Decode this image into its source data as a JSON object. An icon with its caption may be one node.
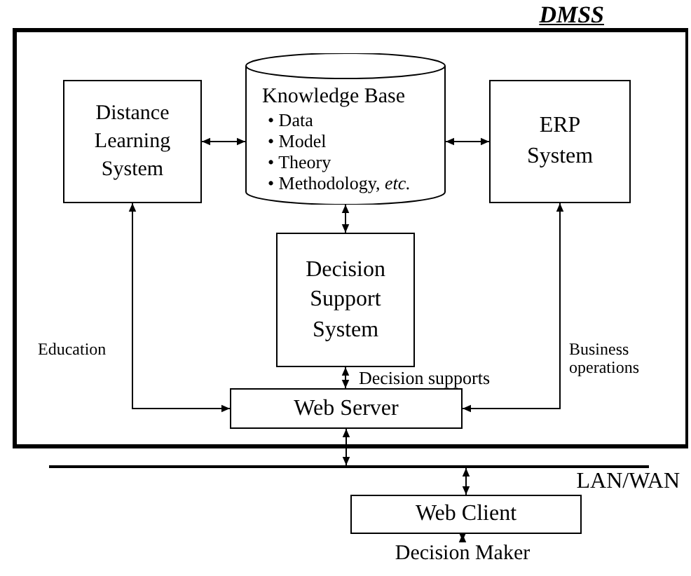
{
  "diagram": {
    "nodes": [
      {
        "text": [
          "DMSS"
        ]
      },
      {
        "text": [
          "Distance Learning System"
        ],
        "in": 0
      },
      {
        "text": [
          "Knowledge Base",
          "• Data",
          "• Model",
          "• Theory",
          "• Methodology, *etc.*"
        ],
        "in": 0
      },
      {
        "text": [
          "ERP System"
        ],
        "in": 0
      },
      {
        "text": [
          "Decision Support System"
        ],
        "in": 0
      },
      {
        "text": [
          "Web Server"
        ],
        "in": 0
      },
      {
        "text": [
          "LAN/WAN"
        ]
      },
      {
        "text": [
          "Web Client"
        ]
      },
      {
        "text": [
          "Decision Maker"
        ]
      }
    ],
    "edges": [
      {
        "from": 1,
        "to": 2,
        "arrow": "both"
      },
      {
        "from": 2,
        "to": 3,
        "arrow": "both"
      },
      {
        "from": 2,
        "to": 4,
        "arrow": "both"
      },
      {
        "from": 5,
        "to": 1,
        "arrow": "both",
        "label": "Education"
      },
      {
        "from": 5,
        "to": 3,
        "arrow": "both",
        "label": "Business operations"
      },
      {
        "from": 4,
        "to": 5,
        "arrow": "both",
        "label": "Decision supports"
      },
      {
        "from": 5,
        "to": 6,
        "arrow": "both"
      },
      {
        "from": 6,
        "to": 7,
        "arrow": "both"
      },
      {
        "from": 7,
        "to": 8,
        "arrow": "both"
      }
    ]
  }
}
